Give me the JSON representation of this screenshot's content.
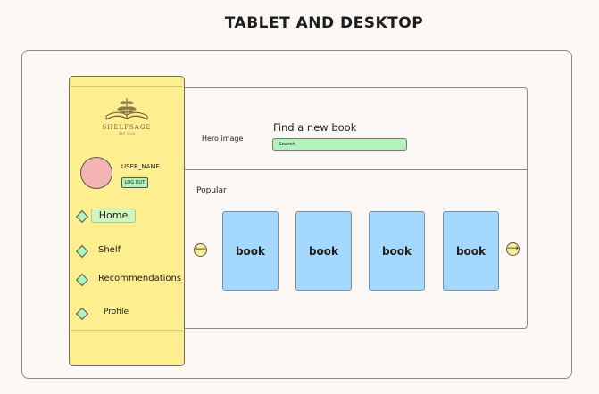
{
  "page": {
    "title": "TABLET AND DESKTOP"
  },
  "sidebar": {
    "logo": {
      "name": "SHELFSAGE",
      "est": "EST. 2024",
      "icon": "open-book-plant-icon"
    },
    "user": {
      "name": "USER_NAME",
      "logout_label": "LOG OUT"
    },
    "nav": {
      "home": "Home",
      "shelf": "Shelf",
      "recommendations": "Recommendations",
      "profile": "Profile"
    }
  },
  "hero": {
    "image_label": "Hero image",
    "find_title": "Find a new book",
    "search_placeholder": "Search"
  },
  "popular": {
    "heading": "Popular",
    "books": [
      "book",
      "book",
      "book",
      "book"
    ],
    "prev_icon": "arrow-left-icon",
    "next_icon": "arrow-right-icon",
    "prev_glyph": "⟵",
    "next_glyph": "⟶"
  },
  "colors": {
    "background": "#fbf7f4",
    "sidebar": "#fdee8f",
    "green_accent": "#b2f2bb",
    "book_blue": "#a5d8ff",
    "avatar_pink": "#f4b4b4",
    "arrow_yellow": "#ffec99"
  }
}
